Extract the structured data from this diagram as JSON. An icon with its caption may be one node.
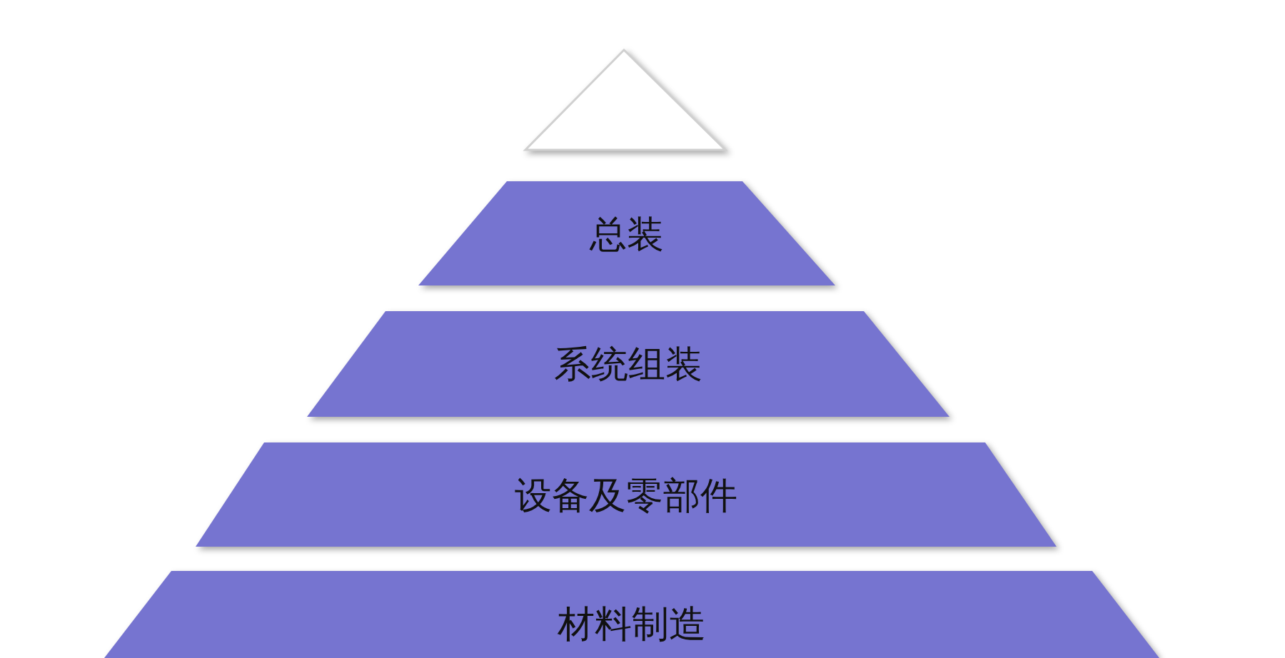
{
  "diagram": {
    "nodes": [
      {
        "text": [],
        "shape": "triangle"
      },
      {
        "text": [
          "总装"
        ]
      },
      {
        "text": [
          "系统组装"
        ]
      },
      {
        "text": [
          "设备及零部件"
        ]
      },
      {
        "text": [
          "材料制造"
        ]
      }
    ]
  }
}
